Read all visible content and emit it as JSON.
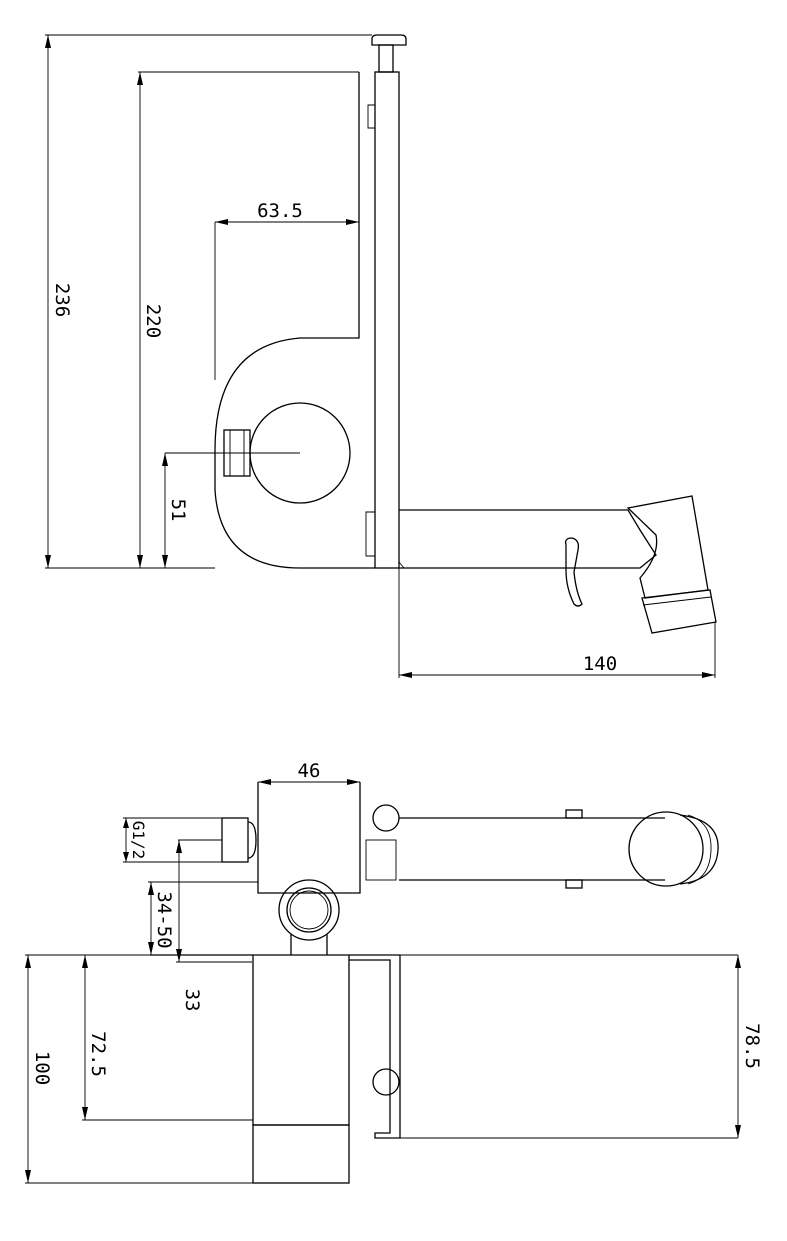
{
  "side_view": {
    "dim_total_height": "236",
    "dim_body_height": "220",
    "dim_offset": "63.5",
    "dim_inlet_height": "51",
    "dim_spout_reach": "140"
  },
  "top_view": {
    "dim_width": "46",
    "dim_deck_range": "34-50",
    "dim_inlet_offset": "33",
    "dim_thread": "G1/2",
    "dim_length_72": "72.5",
    "dim_length_100": "100",
    "dim_depth_78": "78.5"
  }
}
